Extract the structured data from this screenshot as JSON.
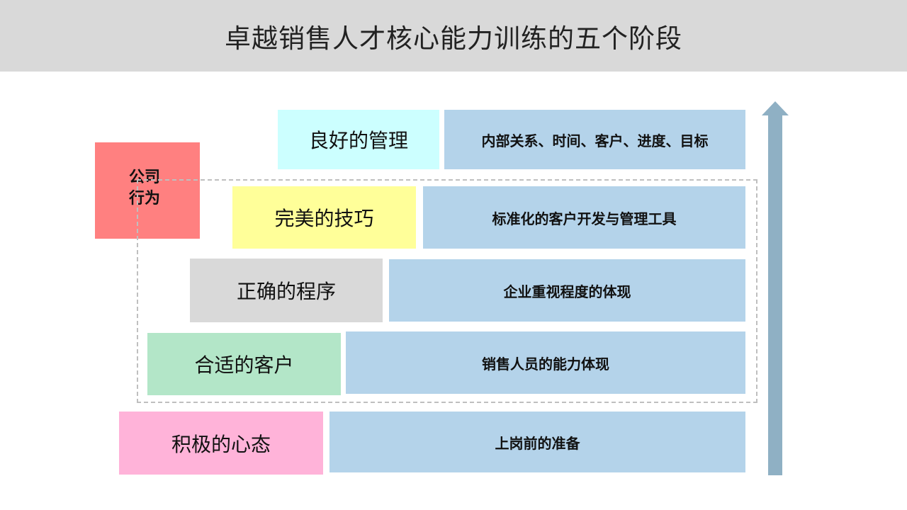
{
  "title": "卓越销售人才核心能力训练的五个阶段",
  "company_label_line1": "公司",
  "company_label_line2": "行为",
  "stages": [
    {
      "label": "良好的管理",
      "desc": "内部关系、时间、客户、进度、目标",
      "color": "#ccffff"
    },
    {
      "label": "完美的技巧",
      "desc": "标准化的客户开发与管理工具",
      "color": "#ffff99"
    },
    {
      "label": "正确的程序",
      "desc": "企业重视程度的体现",
      "color": "#d9d9d9"
    },
    {
      "label": "合适的客户",
      "desc": "销售人员的能力体现",
      "color": "#b3e6c8"
    },
    {
      "label": "积极的心态",
      "desc": "上岗前的准备",
      "color": "#ffb3d9"
    }
  ],
  "colors": {
    "desc_bg": "#b4d3ea",
    "company_bg": "#ff8080",
    "arrow": "#8fb0c4",
    "header_bg": "#d9d9d9"
  }
}
